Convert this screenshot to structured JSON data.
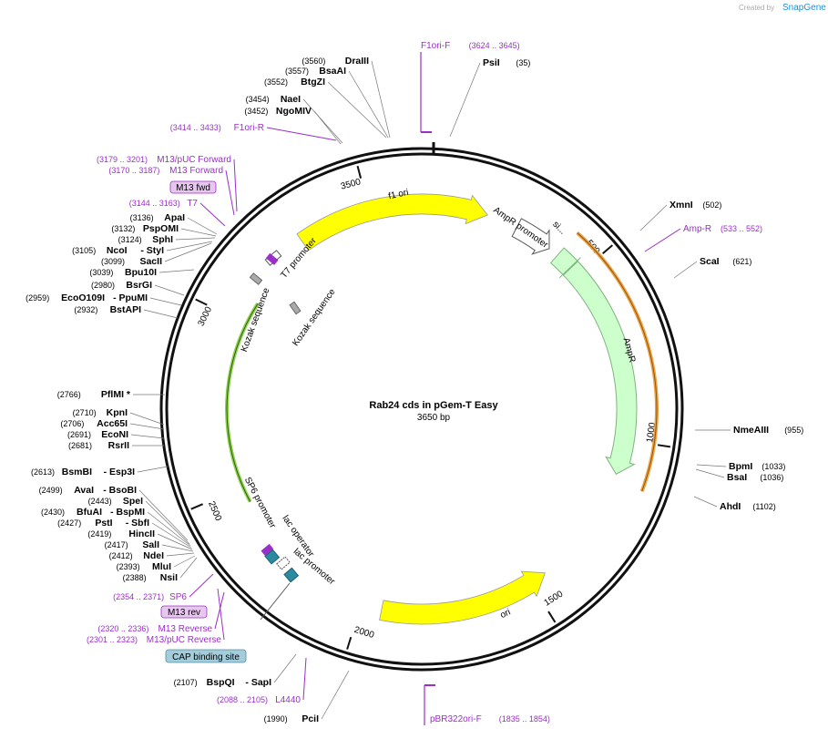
{
  "credit": {
    "created_by": "Created by",
    "brand": "SnapGene"
  },
  "plasmid": {
    "name": "Rab24 cds in pGem-T Easy",
    "length_label": "3650 bp",
    "length": 3650
  },
  "ticks": [
    "500",
    "1000",
    "1500",
    "2000",
    "2500",
    "3000",
    "3500"
  ],
  "enzymes": [
    {
      "name": "PsiI",
      "pos": "(35)"
    },
    {
      "name": "XmnI",
      "pos": "(502)"
    },
    {
      "name": "ScaI",
      "pos": "(621)"
    },
    {
      "name": "NmeAIII",
      "pos": "(955)"
    },
    {
      "name": "BpmI",
      "pos": "(1033)"
    },
    {
      "name": "BsaI",
      "pos": "(1036)"
    },
    {
      "name": "AhdI",
      "pos": "(1102)"
    },
    {
      "name": "PciI",
      "pos": "(1990)"
    },
    {
      "name": "BspQI",
      "pos": "(2107)",
      "alias": "SapI"
    },
    {
      "name": "NsiI",
      "pos": "(2388)"
    },
    {
      "name": "MluI",
      "pos": "(2393)"
    },
    {
      "name": "NdeI",
      "pos": "(2412)"
    },
    {
      "name": "SalI",
      "pos": "(2417)"
    },
    {
      "name": "HincII",
      "pos": "(2419)"
    },
    {
      "name": "PstI",
      "pos": "(2427)",
      "alias": "SbfI"
    },
    {
      "name": "BfuAI",
      "pos": "(2430)",
      "alias": "BspMI"
    },
    {
      "name": "SpeI",
      "pos": "(2443)"
    },
    {
      "name": "AvaI",
      "pos": "(2499)",
      "alias": "BsoBI"
    },
    {
      "name": "BsmBI",
      "pos": "(2613)",
      "alias": "Esp3I"
    },
    {
      "name": "RsrII",
      "pos": "(2681)"
    },
    {
      "name": "EcoNI",
      "pos": "(2691)"
    },
    {
      "name": "Acc65I",
      "pos": "(2706)"
    },
    {
      "name": "KpnI",
      "pos": "(2710)"
    },
    {
      "name": "PflMI *",
      "pos": "(2766)"
    },
    {
      "name": "BstAPI",
      "pos": "(2932)"
    },
    {
      "name": "EcoO109I",
      "pos": "(2959)",
      "alias": "PpuMI"
    },
    {
      "name": "BsrGI",
      "pos": "(2980)"
    },
    {
      "name": "Bpu10I",
      "pos": "(3039)"
    },
    {
      "name": "SacII",
      "pos": "(3099)"
    },
    {
      "name": "NcoI",
      "pos": "(3105)",
      "alias": "StyI"
    },
    {
      "name": "SphI",
      "pos": "(3124)"
    },
    {
      "name": "PspOMI",
      "pos": "(3132)"
    },
    {
      "name": "ApaI",
      "pos": "(3136)"
    },
    {
      "name": "NgoMIV",
      "pos": "(3452)"
    },
    {
      "name": "NaeI",
      "pos": "(3454)"
    },
    {
      "name": "BtgZI",
      "pos": "(3552)"
    },
    {
      "name": "BsaAI",
      "pos": "(3557)"
    },
    {
      "name": "DraIII",
      "pos": "(3560)"
    }
  ],
  "primers": [
    {
      "name": "F1ori-F",
      "pos": "(3624 .. 3645)"
    },
    {
      "name": "Amp-R",
      "pos": "(533 .. 552)"
    },
    {
      "name": "pBR322ori-F",
      "pos": "(1835 .. 1854)"
    },
    {
      "name": "L4440",
      "pos": "(2088 .. 2105)"
    },
    {
      "name": "M13/pUC Reverse",
      "pos": "(2301 .. 2323)"
    },
    {
      "name": "M13 Reverse",
      "pos": "(2320 .. 2336)"
    },
    {
      "name": "SP6",
      "pos": "(2354 .. 2371)"
    },
    {
      "name": "T7",
      "pos": "(3144 .. 3163)"
    },
    {
      "name": "M13 Forward",
      "pos": "(3170 .. 3187)"
    },
    {
      "name": "M13/pUC Forward",
      "pos": "(3179 .. 3201)"
    },
    {
      "name": "F1ori-R",
      "pos": "(3414 .. 3433)"
    }
  ],
  "boxes": {
    "m13fwd": "M13 fwd",
    "m13rev": "M13 rev",
    "cap": "CAP binding site"
  },
  "features": {
    "f1ori": "f1 ori",
    "ampr_promoter": "AmpR promoter",
    "signal": "si...",
    "ampr": "AmpR",
    "ori": "ori",
    "t7_promoter": "T7 promoter",
    "kozak1": "Kozak sequence",
    "kozak2": "Kozak sequence",
    "sp6_promoter": "SP6 promoter",
    "lac_operator": "lac operator",
    "lac_promoter": "lac promoter"
  },
  "colors": {
    "backbone": "#111111",
    "f1ori": "#ffff00",
    "ampr": "#ccffcc",
    "ampr_border": "#7fb27f",
    "primer": "#9b2fc9",
    "orange_orf": "#f0a040",
    "green_orf": "#8fd14f",
    "cap": "#a3cddb",
    "lacop": "#2a8aa0",
    "m13box": "#e8c6f0"
  }
}
